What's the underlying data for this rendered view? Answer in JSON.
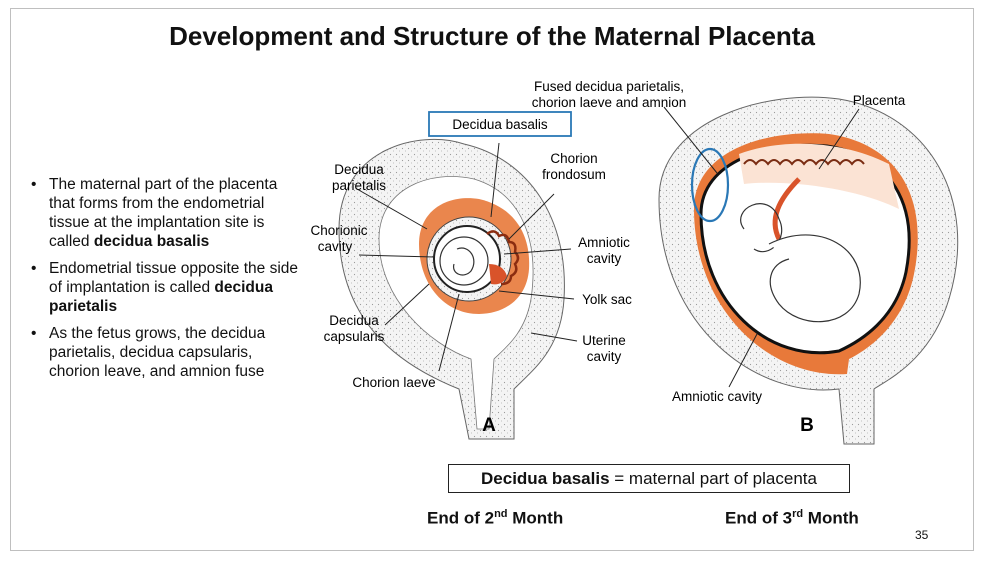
{
  "slide": {
    "title": "Development and Structure of the Maternal Placenta",
    "page_number": "35"
  },
  "bullets": [
    {
      "pre": "The maternal part of the placenta that forms from the endometrial tissue at the implantation site is called ",
      "bold": "decidua basalis",
      "post": ""
    },
    {
      "pre": "Endometrial tissue opposite the side of implantation is called ",
      "bold": "decidua parietalis",
      "post": ""
    },
    {
      "pre": "As the fetus grows, the decidua parietalis, decidua capsularis, chorion leave, and amnion fuse",
      "bold": "",
      "post": ""
    }
  ],
  "figure": {
    "labels": {
      "decidua_parietalis": [
        "Decidua",
        "parietalis"
      ],
      "chorionic_cavity": [
        "Chorionic",
        "cavity"
      ],
      "decidua_capsularis": [
        "Decidua",
        "capsularis"
      ],
      "chorion_laeve": "Chorion laeve",
      "decidua_basalis_box": "Decidua basalis",
      "chorion_frondosum": [
        "Chorion",
        "frondosum"
      ],
      "amniotic_cavity_a": [
        "Amniotic",
        "cavity"
      ],
      "yolk_sac": "Yolk sac",
      "uterine_cavity": [
        "Uterine",
        "cavity"
      ],
      "fused_label": [
        "Fused decidua parietalis,",
        "chorion laeve and amnion"
      ],
      "placenta": "Placenta",
      "amniotic_cavity_b": "Amniotic cavity",
      "panel_a": "A",
      "panel_b": "B"
    },
    "colors": {
      "decidua_orange": "#e8793a",
      "highlight_box": "#2a78b6",
      "highlight_oval": "#2a78b6"
    }
  },
  "caption": {
    "bold": "Decidua basalis",
    "rest": " = maternal part of placenta"
  },
  "months": {
    "a": {
      "pre": "End of 2",
      "sup": "nd",
      "post": " Month"
    },
    "b": {
      "pre": "End of 3",
      "sup": "rd",
      "post": " Month"
    }
  }
}
